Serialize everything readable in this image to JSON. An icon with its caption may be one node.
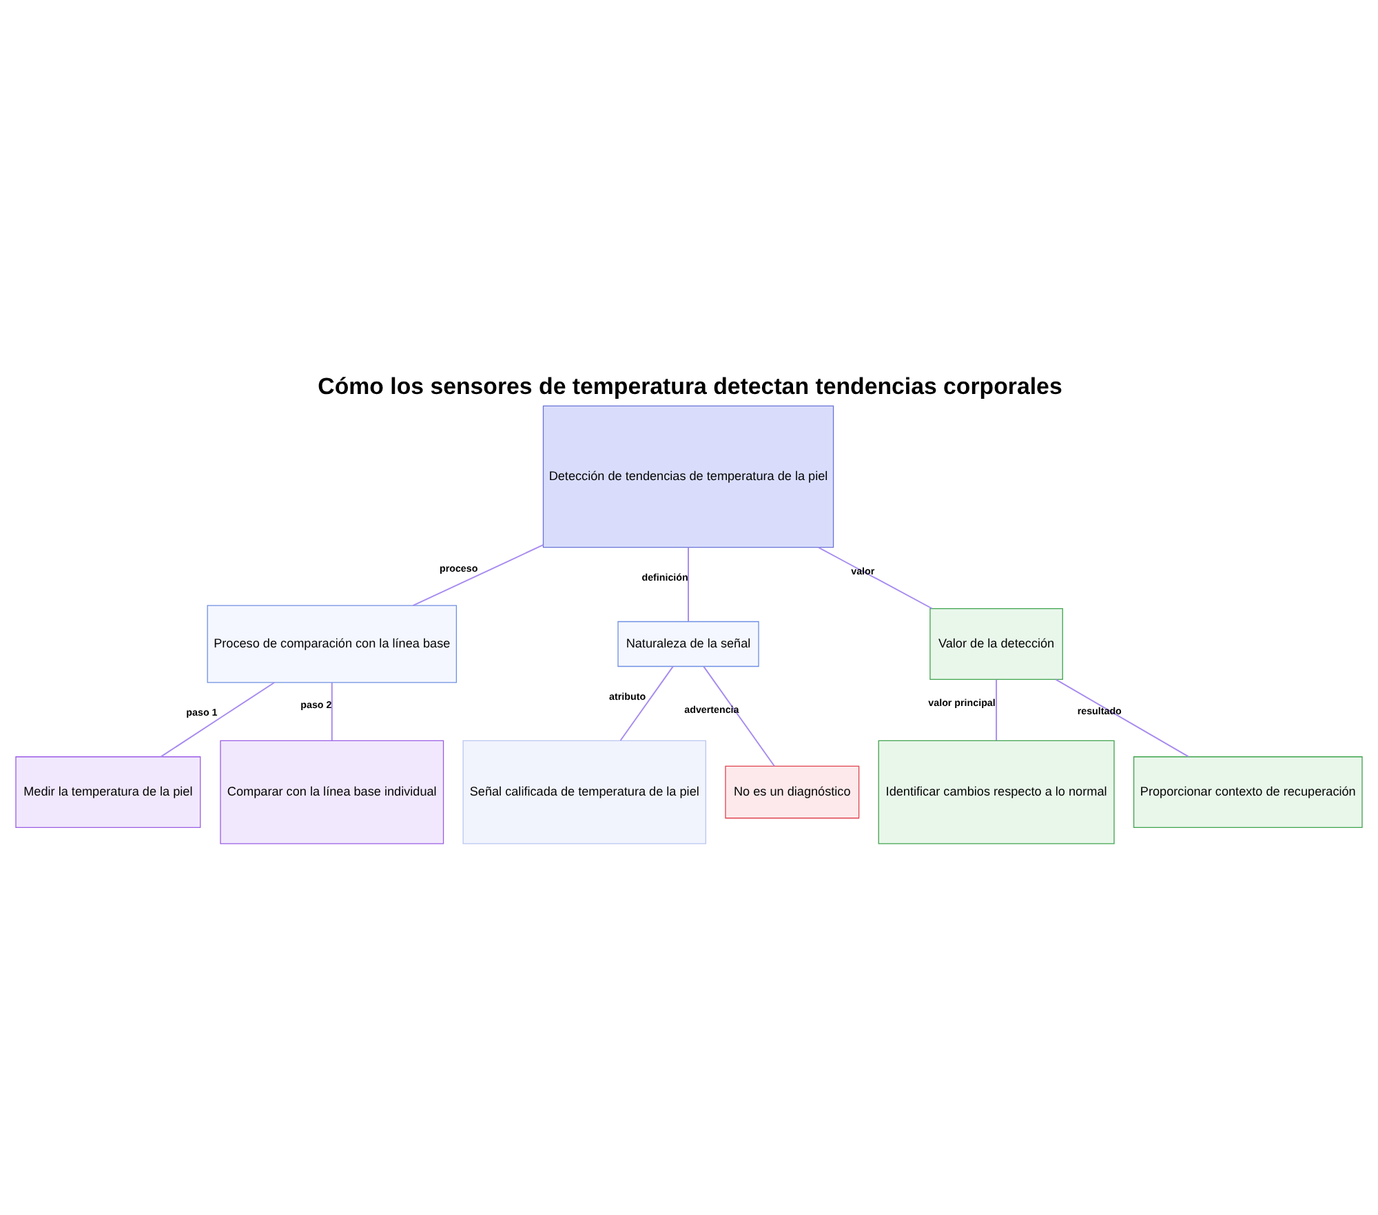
{
  "diagram": {
    "title": "Cómo los sensores de temperatura detectan tendencias corporales",
    "nodes": [
      {
        "text": [
          "Detección de tendencias de temperatura de la piel"
        ]
      },
      {
        "text": [
          "Proceso de comparación con la línea base"
        ]
      },
      {
        "text": [
          "Naturaleza de la señal"
        ]
      },
      {
        "text": [
          "Valor de la detección"
        ]
      },
      {
        "text": [
          "Medir la temperatura de la piel"
        ]
      },
      {
        "text": [
          "Comparar con la línea base individual"
        ]
      },
      {
        "text": [
          "Señal calificada de temperatura de la piel"
        ]
      },
      {
        "text": [
          "No es un diagnóstico"
        ]
      },
      {
        "text": [
          "Identificar cambios respecto a lo normal"
        ]
      },
      {
        "text": [
          "Proporcionar contexto de recuperación"
        ]
      }
    ],
    "edges": [
      {
        "from": 0,
        "to": 1,
        "arrow": "none",
        "label": "proceso"
      },
      {
        "from": 0,
        "to": 2,
        "arrow": "none",
        "label": "definición"
      },
      {
        "from": 0,
        "to": 3,
        "arrow": "none",
        "label": "valor"
      },
      {
        "from": 1,
        "to": 4,
        "arrow": "none",
        "label": "paso 1"
      },
      {
        "from": 1,
        "to": 5,
        "arrow": "none",
        "label": "paso 2"
      },
      {
        "from": 2,
        "to": 6,
        "arrow": "none",
        "label": "atributo"
      },
      {
        "from": 2,
        "to": 7,
        "arrow": "none",
        "label": "advertencia"
      },
      {
        "from": 3,
        "to": 8,
        "arrow": "none",
        "label": "valor principal"
      },
      {
        "from": 3,
        "to": 9,
        "arrow": "none",
        "label": "resultado"
      }
    ]
  }
}
